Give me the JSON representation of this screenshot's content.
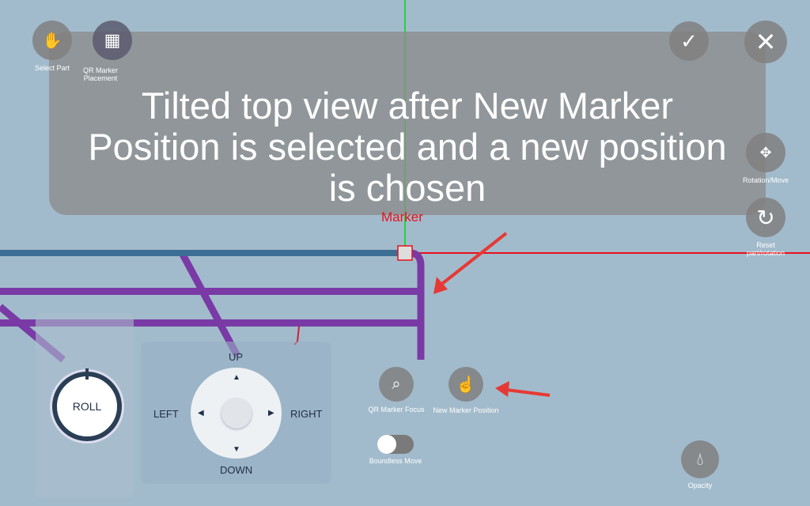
{
  "scene": {
    "marker_label": "Marker",
    "axis_colors": {
      "x": "#e8101a",
      "y": "#21d43a"
    },
    "pipe_colors": {
      "blue": "#3d6f95",
      "purple": "#7a3aa6"
    }
  },
  "top_left": {
    "select_part": "Select Part",
    "qr_marker_placement": "QR Marker Placement"
  },
  "top_right": {
    "confirm_icon": "check-icon",
    "close_icon": "close-icon"
  },
  "right": {
    "rotation_move": "Rotation/Move",
    "reset": "Reset part/rotation"
  },
  "overlay": {
    "caption": "Tilted top view after New Marker Position is selected and a new position is chosen"
  },
  "roll": {
    "label": "ROLL"
  },
  "dpad": {
    "up": "UP",
    "down": "DOWN",
    "left": "LEFT",
    "right": "RIGHT"
  },
  "actions": {
    "qr_focus": "QR Marker Focus",
    "new_marker": "New Marker Position",
    "boundless": "Boundless Move",
    "boundless_on": false,
    "opacity": "Opacity"
  },
  "annotation_color": "#e53935"
}
